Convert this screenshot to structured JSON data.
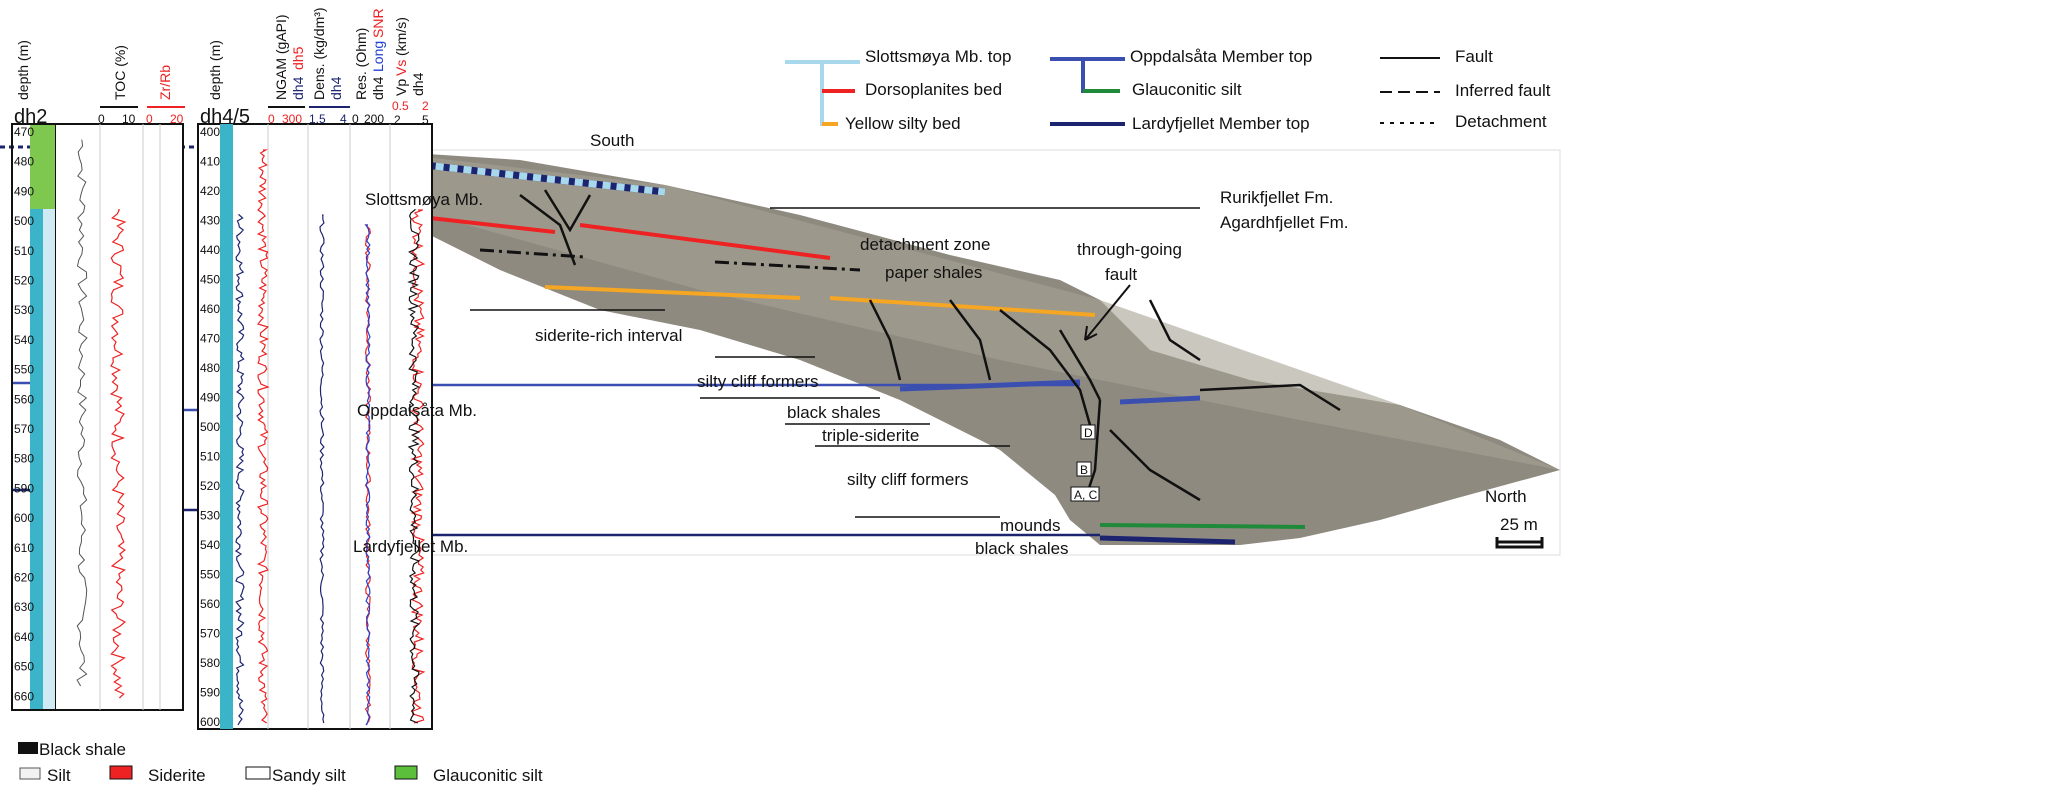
{
  "logs": {
    "dh2": {
      "title": "dh2",
      "depth_label": "depth (m)",
      "toc_label": "TOC (%)",
      "toc_scale": [
        "0",
        "10"
      ],
      "zr_label": "Zr/Rb",
      "zr_scale": [
        "0",
        "20"
      ],
      "depths": [
        "470",
        "480",
        "490",
        "500",
        "510",
        "520",
        "530",
        "540",
        "550",
        "560",
        "570",
        "580",
        "590",
        "600",
        "610",
        "620",
        "630",
        "640",
        "650",
        "660"
      ]
    },
    "dh45": {
      "title": "dh4/5",
      "depth_label": "depth (m)",
      "ngam_label": "NGAM (gAPI)",
      "ngam_sub_a": "dh4",
      "ngam_sub_b": "dh5",
      "ngam_scale": [
        "0",
        "300"
      ],
      "dens_label": "Dens. (kg/dm³)",
      "dens_sub": "dh4",
      "dens_scale": [
        "1.5",
        "4"
      ],
      "res_label": "Res. (Ohm)",
      "res_sub_a": "dh4",
      "res_sub_b": "Long",
      "res_sub_c": "SNR",
      "res_scale": [
        "0",
        "200"
      ],
      "vel_label_a": "Vp",
      "vel_label_b": "Vs",
      "vel_label_c": "(km/s)",
      "vel_sub": "dh4",
      "vel_scale_top": [
        "0.5",
        "2"
      ],
      "vel_scale_bottom": [
        "2",
        "5"
      ],
      "depths": [
        "400",
        "410",
        "420",
        "430",
        "440",
        "450",
        "460",
        "470",
        "480",
        "490",
        "500",
        "510",
        "520",
        "530",
        "540",
        "550",
        "560",
        "570",
        "580",
        "590",
        "600"
      ]
    }
  },
  "lithology_legend": {
    "black_shale": "Black shale",
    "silt": "Silt",
    "siderite": "Siderite",
    "sandy_silt": "Sandy silt",
    "glauconitic_silt": "Glauconitic silt"
  },
  "marker_legend": {
    "slottsmoya_top": "Slottsmøya Mb. top",
    "dorsoplanites": "Dorsoplanites bed",
    "yellow_silty": "Yellow silty bed",
    "oppdalsata_top": "Oppdalsåta Member top",
    "glauconitic": "Glauconitic silt",
    "lardyfjellet_top": "Lardyfjellet Member top",
    "fault": "Fault",
    "inferred_fault": "Inferred fault",
    "detachment": "Detachment"
  },
  "photo_labels": {
    "south": "South",
    "north": "North",
    "slottsmoya": "Slottsmøya Mb.",
    "oppdalsata": "Oppdalsåta Mb.",
    "lardyfjellet": "Lardyfjellet Mb.",
    "rurikfjellet": "Rurikfjellet Fm.",
    "agardhfjellet": "Agardhfjellet Fm.",
    "detachment_zone": "detachment zone",
    "paper_shales": "paper shales",
    "through_going": "through-going",
    "fault": "fault",
    "siderite_rich": "siderite-rich interval",
    "silty_cliff_1": "silty cliff formers",
    "black_shales_1": "black shales",
    "triple_siderite": "triple-siderite",
    "silty_cliff_2": "silty cliff formers",
    "mounds": "mounds",
    "black_shales_2": "black shales",
    "site_d": "D",
    "site_b": "B",
    "site_ac": "A, C",
    "scale_bar": "25 m"
  },
  "colors": {
    "slottsmoya": "#a8d8ec",
    "dorsoplanites": "#ee2222",
    "yellow": "#f5a623",
    "oppdalsata": "#3a4fb0",
    "glauconitic": "#1e8a3a",
    "lardyfjellet": "#1c2470",
    "teal": "#3bb3c9",
    "lightblue": "#cfeaf3",
    "green": "#7ec850"
  }
}
